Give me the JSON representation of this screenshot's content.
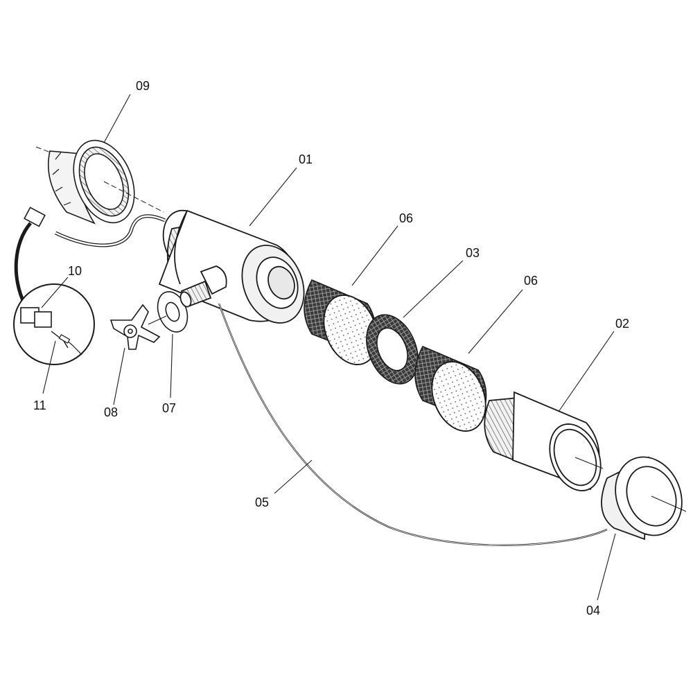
{
  "diagram": {
    "type": "exploded-parts-view",
    "line_color": "#1a1a1a",
    "fill_color": "#ffffff",
    "shade_color": "#e6e6e6",
    "dark_fill_color": "#2b2b2b"
  },
  "callouts": {
    "c01": "01",
    "c02": "02",
    "c03": "03",
    "c04": "04",
    "c05": "05",
    "c06a": "06",
    "c06b": "06",
    "c07": "07",
    "c08": "08",
    "c09": "09",
    "c10": "10",
    "c11": "11"
  }
}
